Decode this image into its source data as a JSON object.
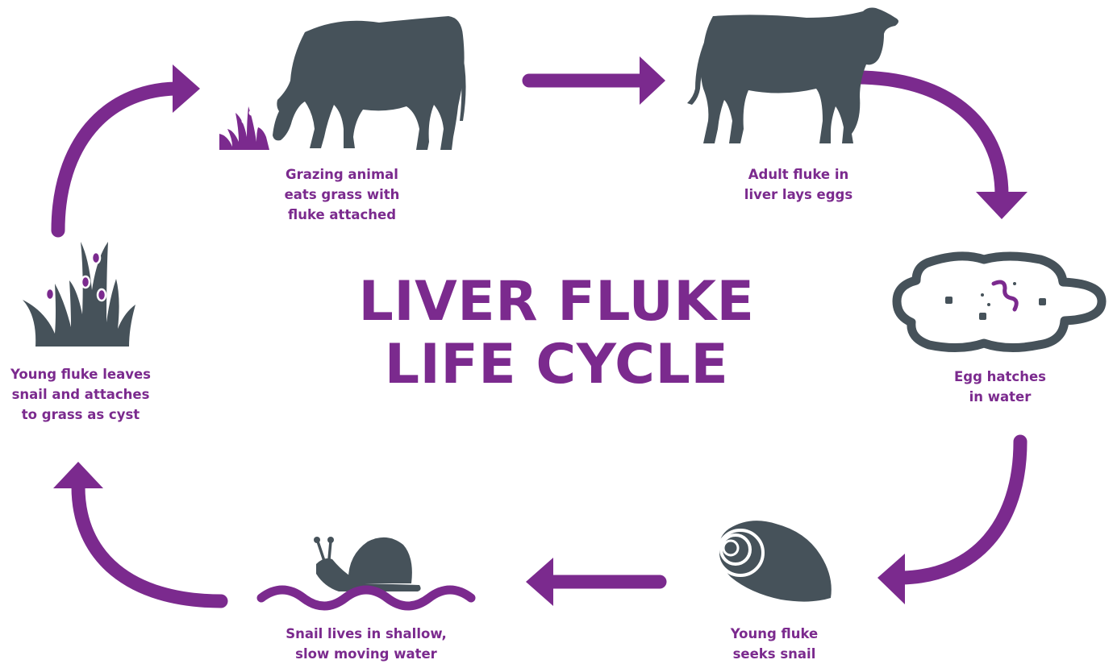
{
  "title": {
    "line1": "LIVER FLUKE",
    "line2": "LIFE CYCLE"
  },
  "stages": [
    {
      "id": "grazing",
      "text": "Grazing animal\neats grass with\nfluke attached",
      "icon": "grazing-cow-icon"
    },
    {
      "id": "adult",
      "text": "Adult fluke in\nliver lays eggs",
      "icon": "standing-cow-icon"
    },
    {
      "id": "hatch",
      "text": "Egg hatches\nin water",
      "icon": "puddle-egg-icon"
    },
    {
      "id": "seek",
      "text": "Young fluke\nseeks snail",
      "icon": "snail-shell-icon"
    },
    {
      "id": "snail",
      "text": "Snail lives in shallow,\nslow moving water",
      "icon": "snail-water-icon"
    },
    {
      "id": "cyst",
      "text": "Young fluke leaves\nsnail and attaches\nto grass as cyst",
      "icon": "grass-cyst-icon"
    }
  ],
  "colors": {
    "accent": "#7b2a8e",
    "icon": "#46525a"
  }
}
